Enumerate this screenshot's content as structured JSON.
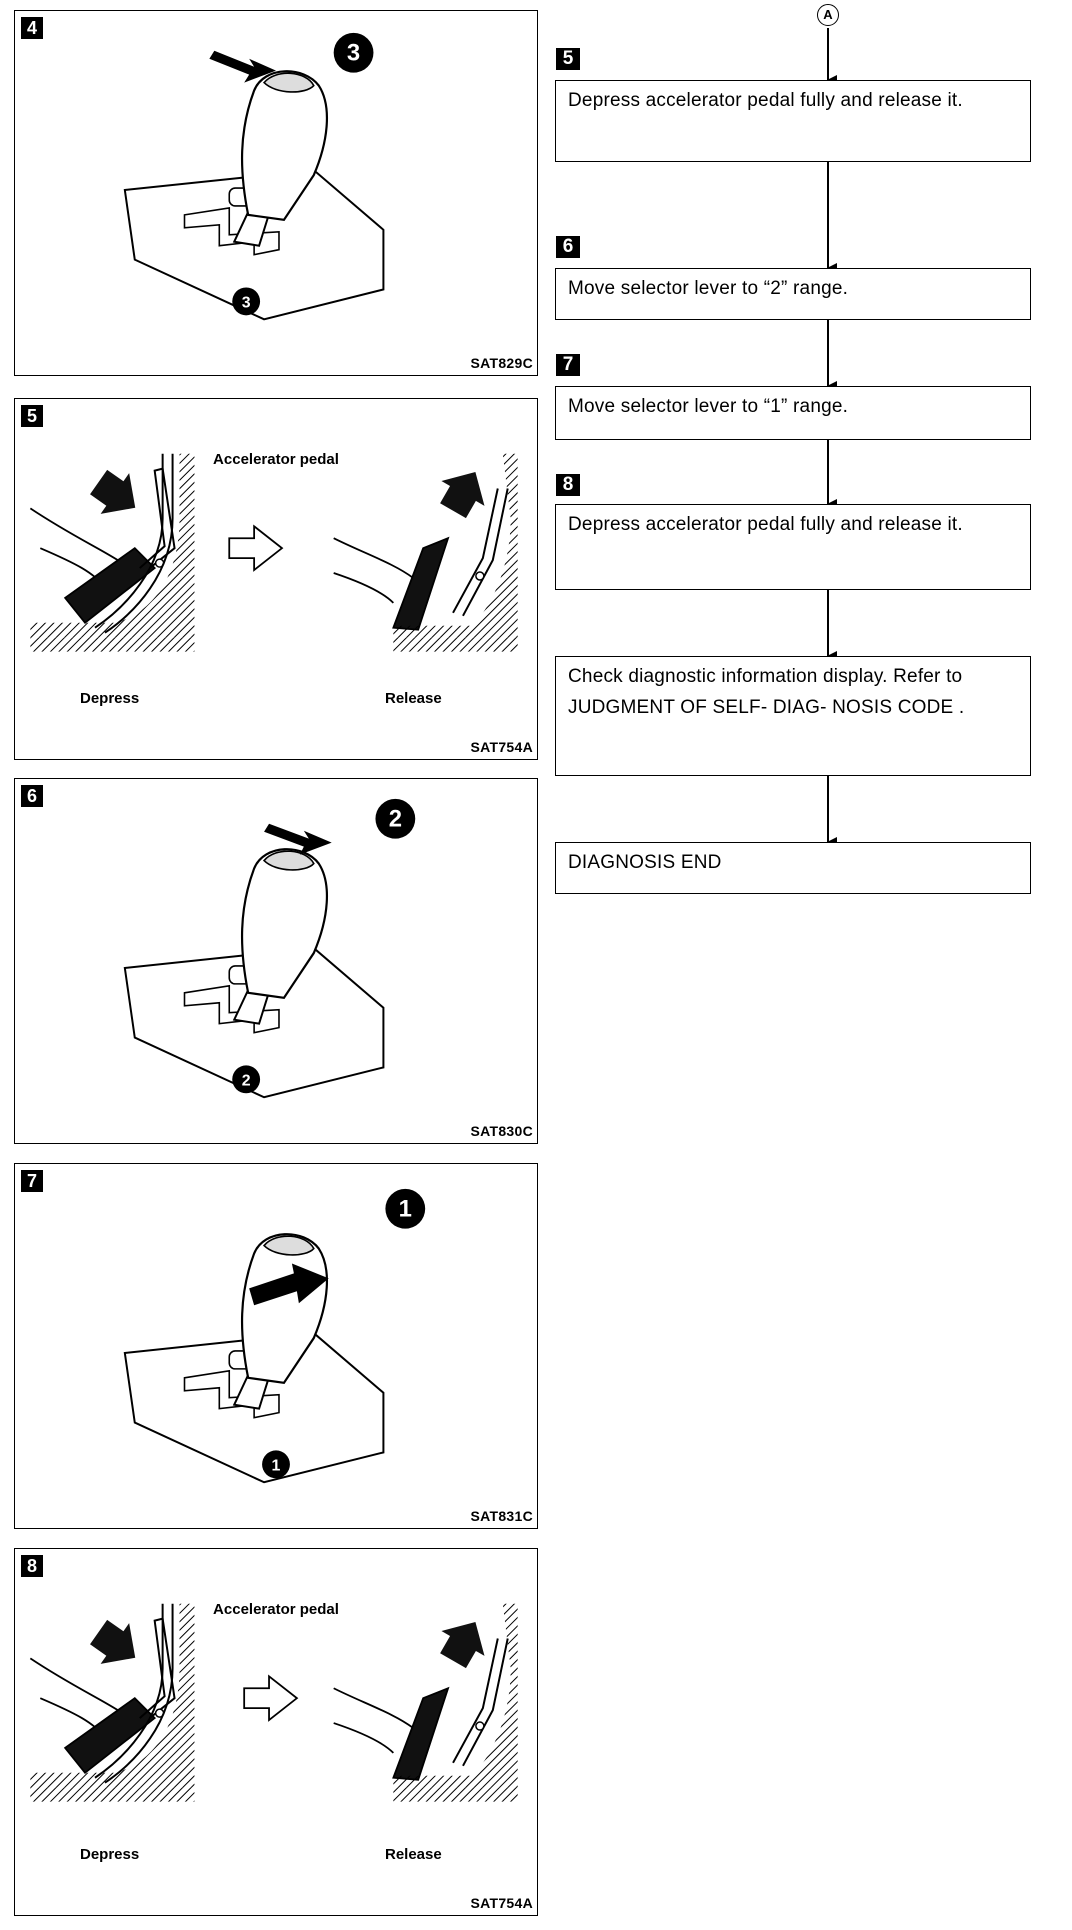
{
  "figures": [
    {
      "step": "4",
      "code": "SAT829C",
      "marker": "3"
    },
    {
      "step": "5",
      "code": "SAT754A",
      "title": "Accelerator pedal",
      "left_caption": "Depress",
      "right_caption": "Release"
    },
    {
      "step": "6",
      "code": "SAT830C",
      "marker": "2"
    },
    {
      "step": "7",
      "code": "SAT831C",
      "marker": "1"
    },
    {
      "step": "8",
      "code": "SAT754A",
      "title": "Accelerator pedal",
      "left_caption": "Depress",
      "right_caption": "Release"
    }
  ],
  "flowchart": {
    "connector": "A",
    "steps": [
      {
        "badge": "5",
        "text": "Depress accelerator pedal fully and release it."
      },
      {
        "badge": "6",
        "text": "Move selector lever to “2” range."
      },
      {
        "badge": "7",
        "text": "Move selector lever to “1” range."
      },
      {
        "badge": "8",
        "text": "Depress accelerator pedal fully and release it."
      },
      {
        "badge": "",
        "text": "Check diagnostic information display. Refer to JUDGMENT OF SELF- DIAG- NOSIS CODE ."
      },
      {
        "badge": "",
        "text": "DIAGNOSIS END"
      }
    ]
  }
}
